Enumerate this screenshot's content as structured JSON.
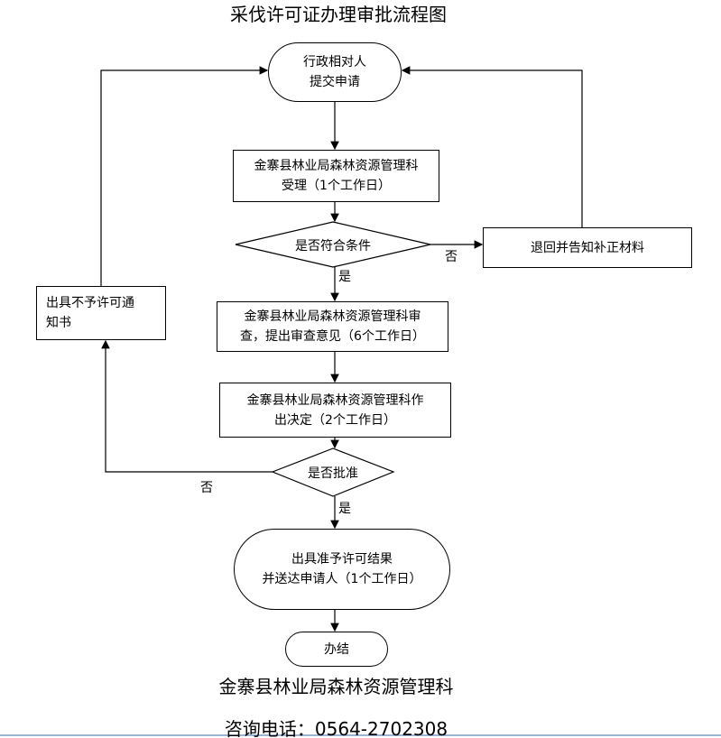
{
  "title": "采伐许可证办理审批流程图",
  "nodes": {
    "start": [
      "行政相对人",
      "提交申请"
    ],
    "accept": [
      "金寨县林业局森林资源管理科",
      "受理（1个工作日）"
    ],
    "check": "是否符合条件",
    "return": "退回并告知补正材料",
    "review": [
      "金寨县林业局森林资源管理科审",
      "查，提出审查意见（6个工作日）"
    ],
    "reject_notice": [
      "出具不予许可通",
      "知书"
    ],
    "decide": [
      "金寨县林业局森林资源管理科作",
      "出决定（2个工作日）"
    ],
    "approve": "是否批准",
    "result": [
      "出具准予许可结果",
      "并送达申请人（1个工作日）"
    ],
    "end": "办结"
  },
  "edge_labels": {
    "yes": "是",
    "no": "否"
  },
  "footer": {
    "org": "金寨县林业局森林资源管理科",
    "phone": "咨询电话：0564-2702308"
  }
}
